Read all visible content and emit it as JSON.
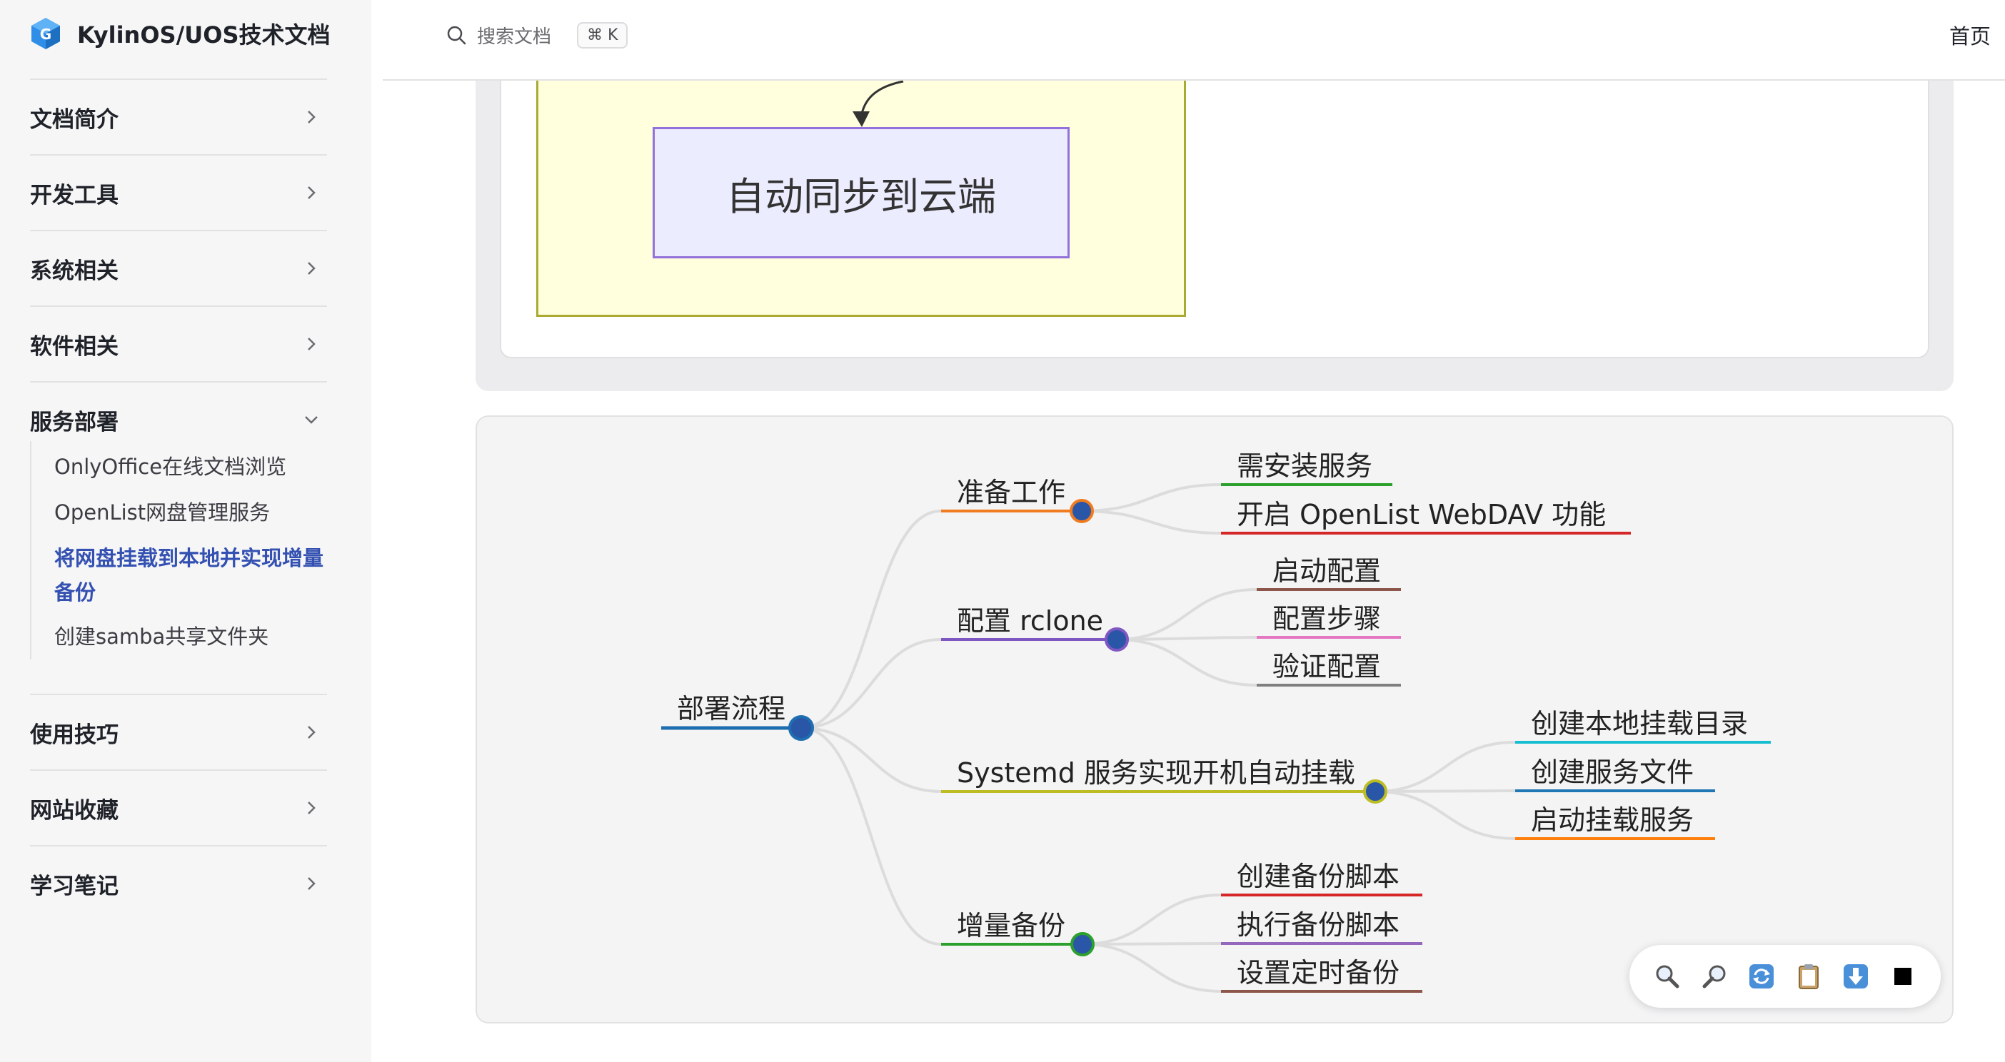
{
  "site": {
    "title": "KylinOS/UOS技术文档"
  },
  "search": {
    "placeholder": "搜索文档",
    "shortcut": "⌘ K"
  },
  "topnav": {
    "home": "首页"
  },
  "sidebar": {
    "sections": [
      {
        "label": "文档简介",
        "expanded": false
      },
      {
        "label": "开发工具",
        "expanded": false
      },
      {
        "label": "系统相关",
        "expanded": false
      },
      {
        "label": "软件相关",
        "expanded": false
      },
      {
        "label": "服务部署",
        "expanded": true
      },
      {
        "label": "使用技巧",
        "expanded": false
      },
      {
        "label": "网站收藏",
        "expanded": false
      },
      {
        "label": "学习笔记",
        "expanded": false
      }
    ],
    "sub_items": [
      {
        "label": "OnlyOffice在线文档浏览",
        "active": false
      },
      {
        "label": "OpenList网盘管理服务",
        "active": false
      },
      {
        "label": "将网盘挂载到本地并实现增量备份",
        "active": true
      },
      {
        "label": "创建samba共享文件夹",
        "active": false
      }
    ]
  },
  "flowchart": {
    "node_label": "自动同步到云端"
  },
  "mindmap": {
    "root": "部署流程",
    "branches": [
      {
        "label": "准备工作",
        "color": "#f07c1f",
        "children": [
          {
            "label": "需安装服务",
            "color": "#2ca02c"
          },
          {
            "label": "开启 OpenList WebDAV 功能",
            "color": "#d62728"
          }
        ]
      },
      {
        "label": "配置 rclone",
        "color": "#7e57c2",
        "children": [
          {
            "label": "启动配置",
            "color": "#8c564b"
          },
          {
            "label": "配置步骤",
            "color": "#e377c2"
          },
          {
            "label": "验证配置",
            "color": "#7f7f7f"
          }
        ]
      },
      {
        "label": "Systemd 服务实现开机自动挂载",
        "color": "#bcbd22",
        "children": [
          {
            "label": "创建本地挂载目录",
            "color": "#17becf"
          },
          {
            "label": "创建服务文件",
            "color": "#1f77b4"
          },
          {
            "label": "启动挂载服务",
            "color": "#ff7f0e"
          }
        ]
      },
      {
        "label": "增量备份",
        "color": "#2ca02c",
        "children": [
          {
            "label": "创建备份脚本",
            "color": "#d62728"
          },
          {
            "label": "执行备份脚本",
            "color": "#9467bd"
          },
          {
            "label": "设置定时备份",
            "color": "#8c564b"
          }
        ]
      }
    ]
  },
  "toolbar": {
    "tools": [
      "zoom-in-icon",
      "zoom-out-icon",
      "reset-icon",
      "copy-icon",
      "download-icon",
      "fullscreen-icon"
    ]
  }
}
